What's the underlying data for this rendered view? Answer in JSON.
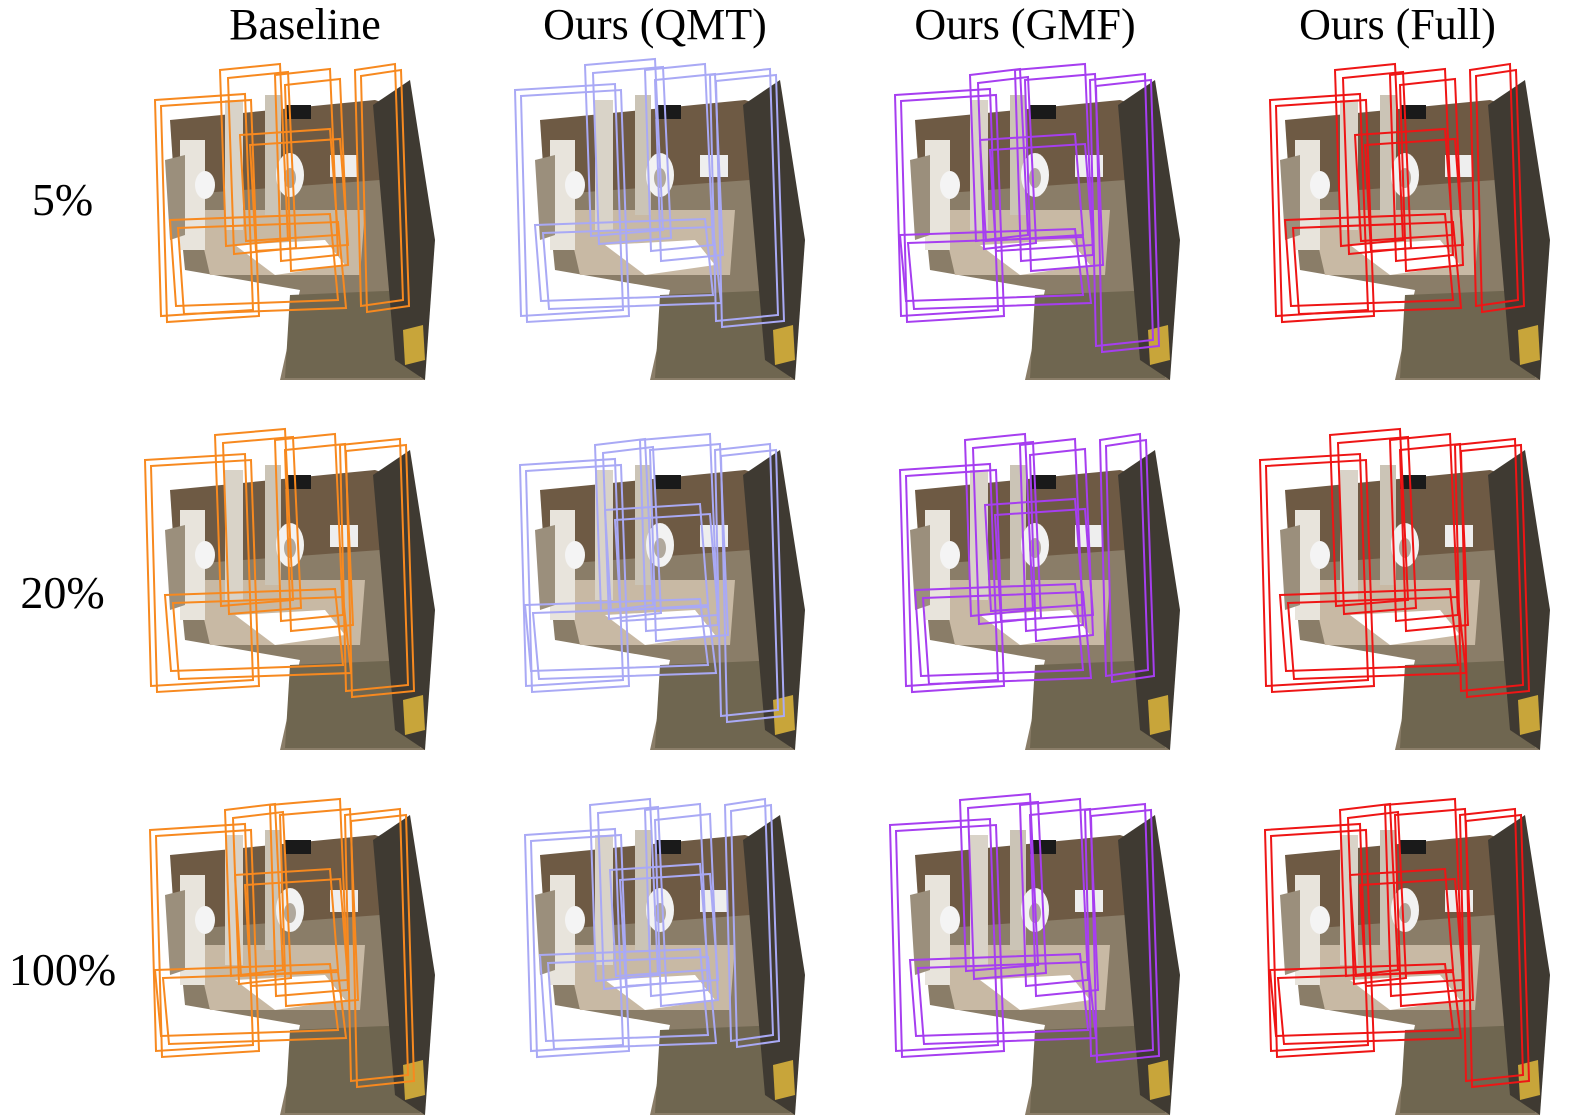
{
  "columns": [
    {
      "label": "Baseline",
      "box_color": "#f7891f"
    },
    {
      "label": "Ours (QMT)",
      "box_color": "#a9a9f5"
    },
    {
      "label": "Ours (GMF)",
      "box_color": "#a63ef0"
    },
    {
      "label": "Ours (Full)",
      "box_color": "#ee1515"
    }
  ],
  "rows": [
    {
      "label": "5%"
    },
    {
      "label": "20%"
    },
    {
      "label": "100%"
    }
  ]
}
